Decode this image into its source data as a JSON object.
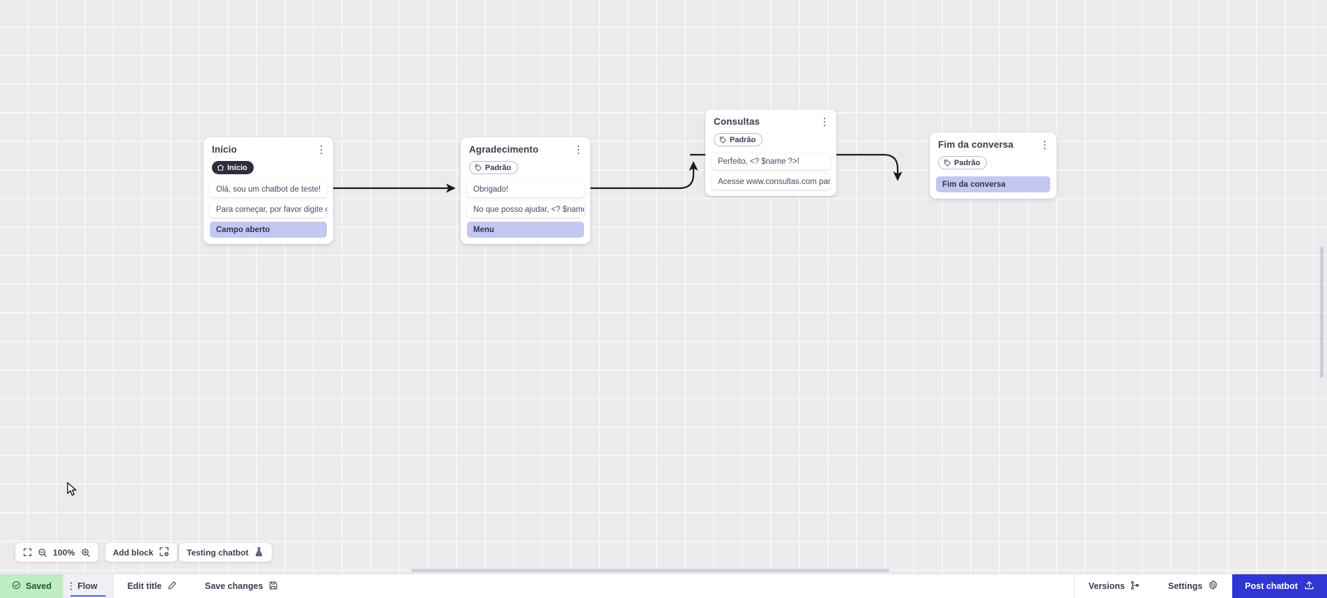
{
  "canvas": {
    "zoom_level": "100%",
    "icons": {
      "fit_screen": "fit-screen-icon",
      "zoom_out": "zoom-out-icon",
      "zoom_in": "zoom-in-icon"
    },
    "add_block_label": "Add block",
    "testing_chatbot_label": "Testing chatbot"
  },
  "nodes": [
    {
      "title": "Início",
      "badge": {
        "label": "Início",
        "style": "dark",
        "icon": "home-icon"
      },
      "rows": [
        {
          "text": "Olá, sou um chatbot de teste!",
          "style": "plain"
        },
        {
          "text": "Para começar, por favor digite o ...",
          "style": "plain"
        },
        {
          "text": "Campo aberto",
          "style": "accent"
        }
      ]
    },
    {
      "title": "Agradecimento",
      "badge": {
        "label": "Padrão",
        "style": "outline",
        "icon": "tag-icon"
      },
      "rows": [
        {
          "text": "Obrigado!",
          "style": "plain"
        },
        {
          "text": "No que posso ajudar, <? $name ...",
          "style": "plain"
        },
        {
          "text": "Menu",
          "style": "accent"
        }
      ]
    },
    {
      "title": "Consultas",
      "badge": {
        "label": "Padrão",
        "style": "outline",
        "icon": "tag-icon"
      },
      "rows": [
        {
          "text": "Perfeito, <? $name ?>!",
          "style": "plain"
        },
        {
          "text": "Acesse www.consultas.com par...",
          "style": "plain"
        }
      ]
    },
    {
      "title": "Fim da conversa",
      "badge": {
        "label": "Padrão",
        "style": "outline",
        "icon": "tag-icon"
      },
      "rows": [
        {
          "text": "Fim da conversa",
          "style": "accent"
        }
      ]
    }
  ],
  "bottom_bar": {
    "saved_label": "Saved",
    "flow_tab_label": "Flow",
    "edit_title_label": "Edit title",
    "save_changes_label": "Save changes",
    "versions_label": "Versions",
    "settings_label": "Settings",
    "post_chatbot_label": "Post chatbot"
  },
  "colors": {
    "canvas_bg": "#ebebee",
    "accent_row": "#c3c8f0",
    "dark_badge": "#2e2e3f",
    "post_button": "#2f36d3",
    "saved_bg": "#bfeec4",
    "tab_underline": "#5b5bd6"
  }
}
